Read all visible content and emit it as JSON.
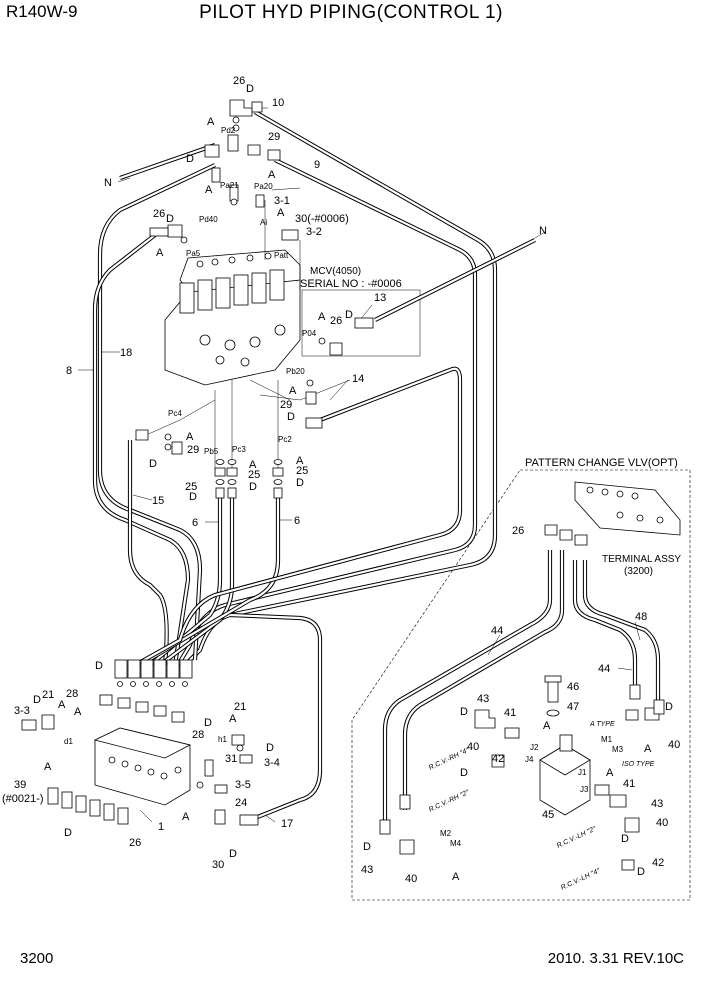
{
  "header": {
    "model": "R140W-9",
    "title": "PILOT HYD PIPING(CONTROL 1)"
  },
  "footer": {
    "page": "3200",
    "revision": "2010. 3.31  REV.10C"
  },
  "callouts": {
    "n26a": "26",
    "d26a": "D",
    "n10": "10",
    "aA1": "A",
    "pd2": "Pd2",
    "n29a": "29",
    "dN": "N",
    "dD1": "D",
    "n9": "9",
    "aA2": "A",
    "aA3": "A",
    "pa21": "Pa21",
    "pa20": "Pa20",
    "n3_1": "3-1",
    "aA4": "A",
    "pd40": "Pd40",
    "ai": "Ai",
    "n30_0006": "30(-#0006)",
    "n3_2": "3-2",
    "n26b": "26",
    "d26b": "D",
    "aA5": "A",
    "pa5": "Pa5",
    "patt": "Patt",
    "mcv": "MCV(4050)",
    "serial": "SERIAL NO : -#0006",
    "n13": "13",
    "n8": "8",
    "n18": "18",
    "aA6": "A",
    "n26c": "26",
    "dD2": "D",
    "p04": "P04",
    "n14": "14",
    "pb20": "Pb20",
    "aA7": "A",
    "n29b": "29",
    "dD3": "D",
    "pc4": "Pc4",
    "aA8": "A",
    "n29c": "29",
    "dD4": "D",
    "pb5": "Pb5",
    "pc3": "Pc3",
    "pc2": "Pc2",
    "aA9": "A",
    "aA10": "A",
    "n25a": "25",
    "n25b": "25",
    "n25c": "25",
    "dD5": "D",
    "dD6": "D",
    "dD7": "D",
    "n15": "15",
    "n6a": "6",
    "n6b": "6",
    "nE": "N",
    "pcv_title": "PATTERN CHANGE VLV(OPT)",
    "n26d": "26",
    "terminal": "TERMINAL ASSY",
    "terminal_no": "(3200)",
    "n48": "48",
    "n44a": "44",
    "n44b": "44",
    "dD8": "D",
    "n28a": "28",
    "aA11": "A",
    "n28b": "28",
    "dD9": "D",
    "n3_3": "3-3",
    "dD10": "D",
    "n21a": "21",
    "aA12": "A",
    "d1": "d1",
    "n21b": "21",
    "aA13": "A",
    "h1": "h1",
    "dD11": "D",
    "n31": "31",
    "n3_4": "3-4",
    "n39": "39",
    "n0021": "(#0021-)",
    "aA14": "A",
    "n3_5": "3-5",
    "n24": "24",
    "dD12": "D",
    "n1": "1",
    "n26e": "26",
    "aA15": "A",
    "n17": "17",
    "n30": "30",
    "dD13": "D",
    "n46": "46",
    "n47": "47",
    "n43a": "43",
    "dD14": "D",
    "n41a": "41",
    "aA16": "A",
    "n40a": "40",
    "n42a": "42",
    "dD15": "D",
    "j2": "J2",
    "j4": "J4",
    "aType": "A TYPE",
    "m1": "M1",
    "m3": "M3",
    "isoType": "ISO TYPE",
    "j1": "J1",
    "j3": "J3",
    "aA17": "A",
    "n40b": "40",
    "dD16": "D",
    "n41b": "41",
    "n43b": "43",
    "n40c": "40",
    "dD17": "D",
    "n42b": "42",
    "n45": "45",
    "m2": "M2",
    "m4": "M4",
    "dD18": "D",
    "n43c": "43",
    "n40d": "40",
    "aA18": "A",
    "aA19": "A",
    "rcv_rh4": "R.C.V.-RH \"4\"",
    "rcv_rh2": "R.C.V.-RH \"2\"",
    "rcv_lh2": "R.C.V.-LH \"2\"",
    "rcv_lh4": "R.C.V.-LH \"4\""
  }
}
